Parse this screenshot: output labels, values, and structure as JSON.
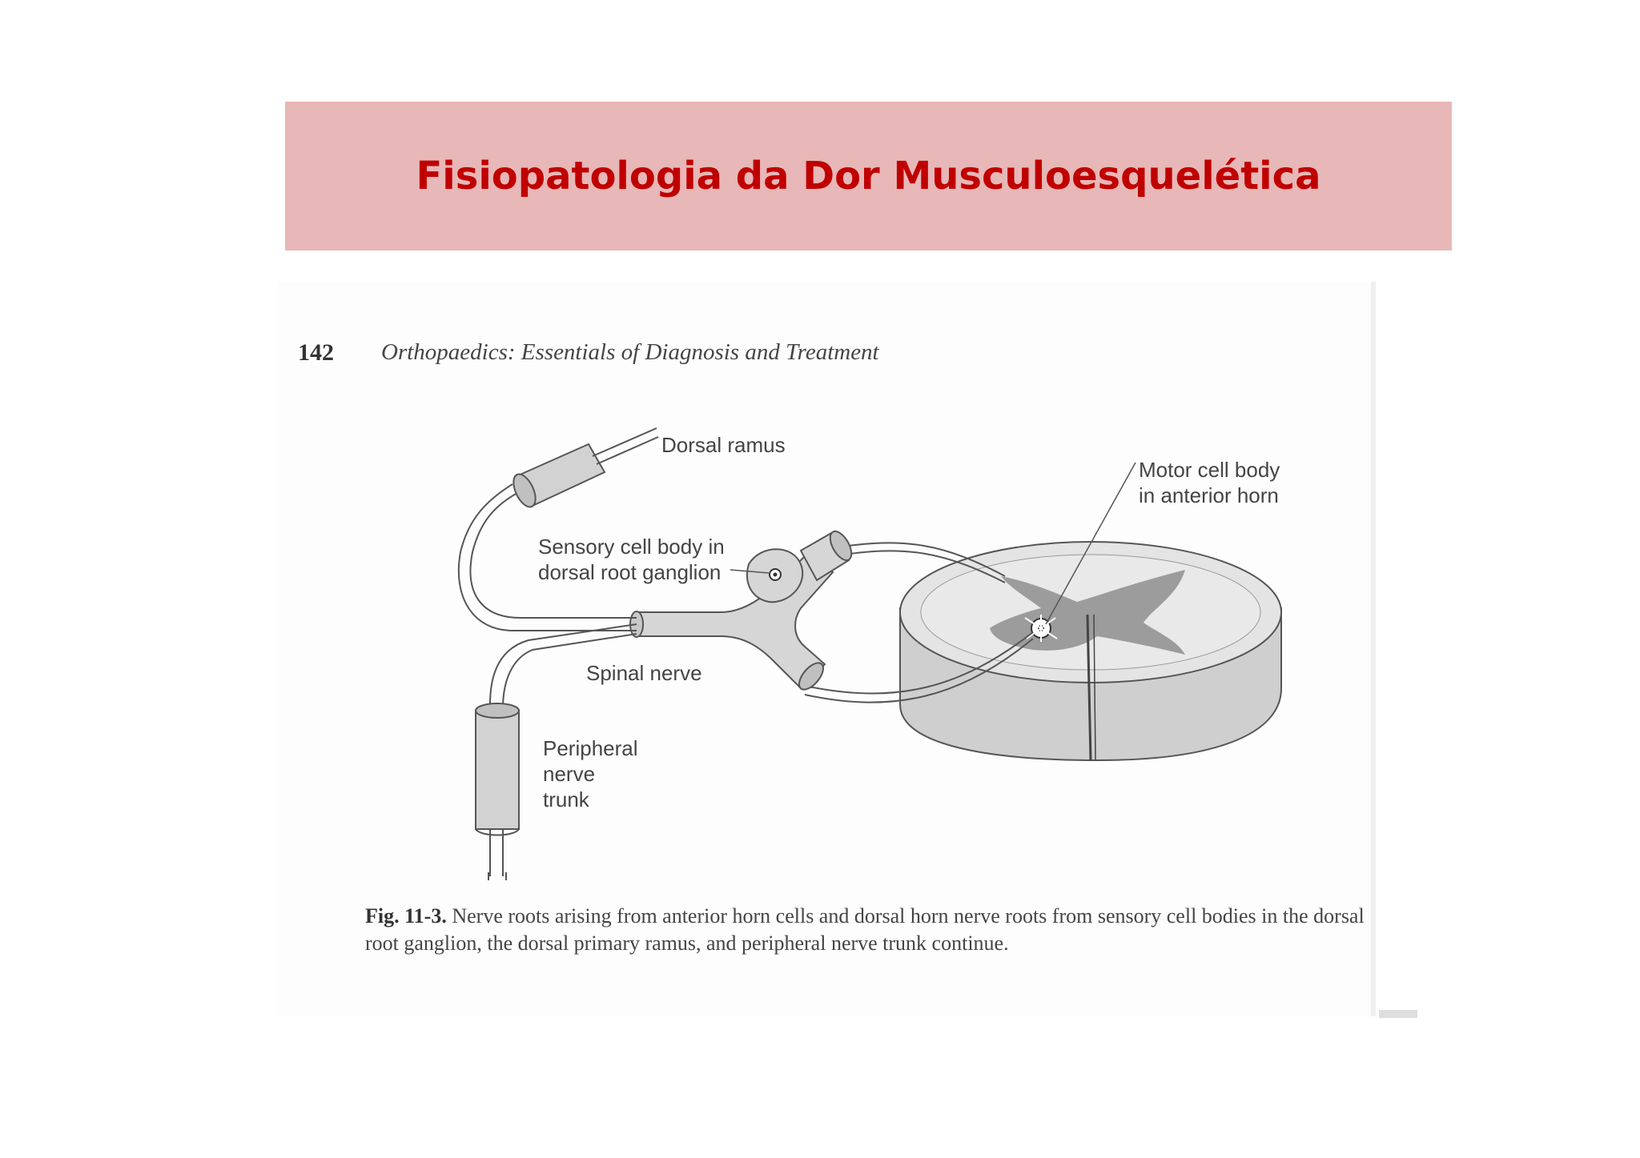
{
  "slide": {
    "title": "Fisiopatologia da Dor Musculoesquelética"
  },
  "book_header": {
    "page_number": "142",
    "book_title": "Orthopaedics: Essentials of Diagnosis and Treatment"
  },
  "diagram": {
    "labels": {
      "dorsal_ramus": "Dorsal ramus",
      "motor_cell_line1": "Motor cell body",
      "motor_cell_line2": "in anterior horn",
      "sensory_line1": "Sensory cell body in",
      "sensory_line2": "dorsal root ganglion",
      "spinal_nerve": "Spinal nerve",
      "peripheral_line1": "Peripheral",
      "peripheral_line2": "nerve",
      "peripheral_line3": "trunk"
    },
    "colors": {
      "tissue_fill": "#d6d6d6",
      "gray_matter": "#8e8e8e",
      "line": "#555555"
    }
  },
  "caption": {
    "label": "Fig. 11-3.",
    "text": " Nerve roots arising from anterior horn cells and dorsal horn nerve roots from sensory cell bodies in the dorsal root ganglion, the dorsal primary ramus, and peripheral nerve trunk continue."
  }
}
